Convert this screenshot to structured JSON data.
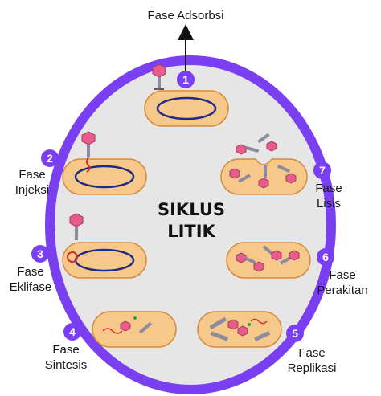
{
  "diagram": {
    "center_title": [
      "SIKLUS",
      "LITIK"
    ],
    "colors": {
      "ring": "#7b3ff2",
      "inner": "#e6e6e6",
      "cell_fill": "#f6c98a",
      "cell_stroke": "#d68a3e",
      "nucleoid": "#1f2b87",
      "badge": "#7b3ff2",
      "phage_tail": "#8c8c9e",
      "phage_head": "#e85b8a"
    },
    "stages": [
      {
        "num": "1",
        "name": [
          "Fase Adsorbsi"
        ]
      },
      {
        "num": "2",
        "name": [
          "Fase",
          "Injeksi"
        ]
      },
      {
        "num": "3",
        "name": [
          "Fase",
          "Eklifase"
        ]
      },
      {
        "num": "4",
        "name": [
          "Fase",
          "Sintesis"
        ]
      },
      {
        "num": "5",
        "name": [
          "Fase",
          "Replikasi"
        ]
      },
      {
        "num": "6",
        "name": [
          "Fase",
          "Perakitan"
        ]
      },
      {
        "num": "7",
        "name": [
          "Fase",
          "Lisis"
        ]
      }
    ]
  }
}
